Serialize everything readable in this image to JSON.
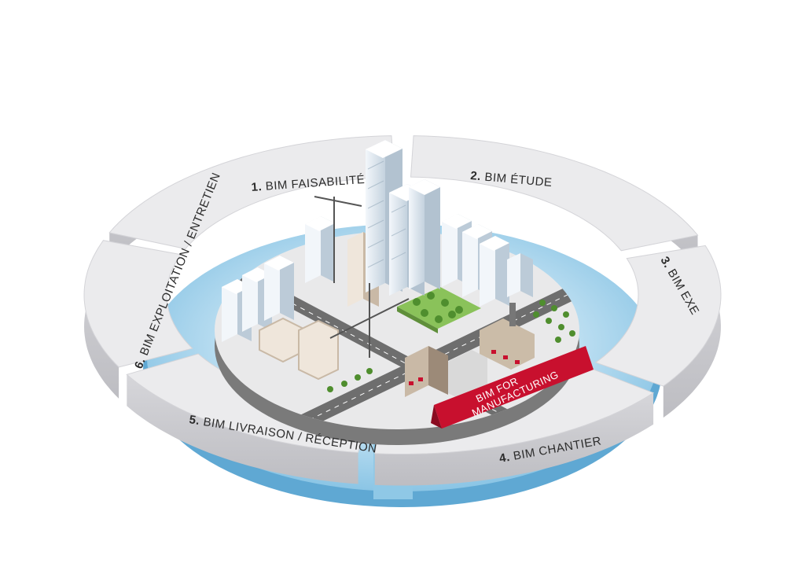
{
  "diagram": {
    "segments": [
      {
        "num": "1.",
        "label": "BIM FAISABILITÉ"
      },
      {
        "num": "2.",
        "label": "BIM ÉTUDE"
      },
      {
        "num": "3.",
        "label": "BIM EXE"
      },
      {
        "num": "4.",
        "label": "BIM CHANTIER"
      },
      {
        "num": "5.",
        "label": "BIM LIVRAISON / RÉCEPTION"
      },
      {
        "num": "6.",
        "label": "BIM EXPLOITATION / ENTRETIEN"
      }
    ],
    "ribbon": {
      "line1": "BIM FOR",
      "line2": "MANUFACTURING"
    }
  },
  "colors": {
    "segment_top": "#ebebed",
    "segment_side": "#c9c9cd",
    "water": "#8fc8e6",
    "water_light": "#cfe8f5",
    "island_top": "#e9e9ea",
    "island_side": "#8d8d8d",
    "road": "#6e6e6e",
    "building": "#e6eef5",
    "building_shade": "#b9c7d3",
    "park": "#8ac25a",
    "ribbon": "#c8102e"
  }
}
